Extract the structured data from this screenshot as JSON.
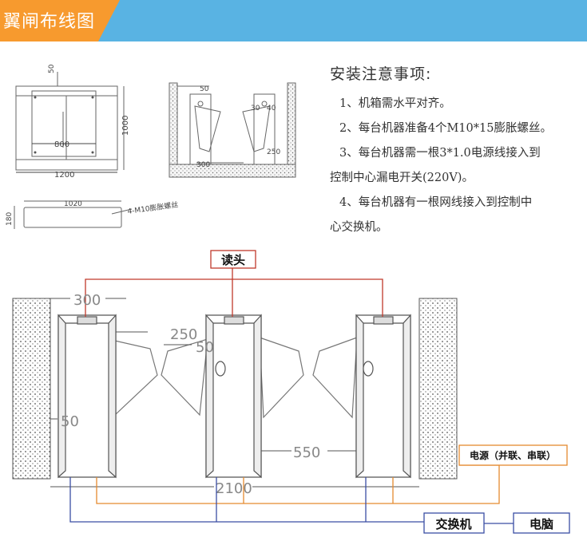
{
  "header": {
    "title": "翼闸布线图",
    "colors": {
      "bar": "#59b3e3",
      "tab": "#f79a2e"
    }
  },
  "notes": {
    "title": "安装注意事项:",
    "items": [
      "1、机箱需水平对齐。",
      "2、每台机器准备4个M10*15膨胀螺丝。",
      "3、每台机器需一根3*1.0电源线接入到",
      "控制中心漏电开关(220V)。",
      "4、每台机器有一根网线接入到控制中",
      "心交换机。"
    ]
  },
  "top_view": {
    "dim_top": "50",
    "dim_inner": "800",
    "dim_outer": "1200",
    "dim_side": "1000"
  },
  "side_view": {
    "dim_a": "50",
    "dim_b": "30",
    "dim_c": "40",
    "dim_d": "250",
    "dim_e": "300"
  },
  "base_view": {
    "dim_len": "1020",
    "dim_h": "180",
    "bolt_label": "4-M10膨胀螺丝"
  },
  "main": {
    "reader_label": "读头",
    "dim_300": "300",
    "dim_250": "250",
    "dim_50a": "50",
    "dim_50b": "50",
    "dim_550": "550",
    "dim_2100": "2100",
    "power_label": "电源（并联、串联）",
    "switch_label": "交换机",
    "pc_label": "电脑"
  }
}
